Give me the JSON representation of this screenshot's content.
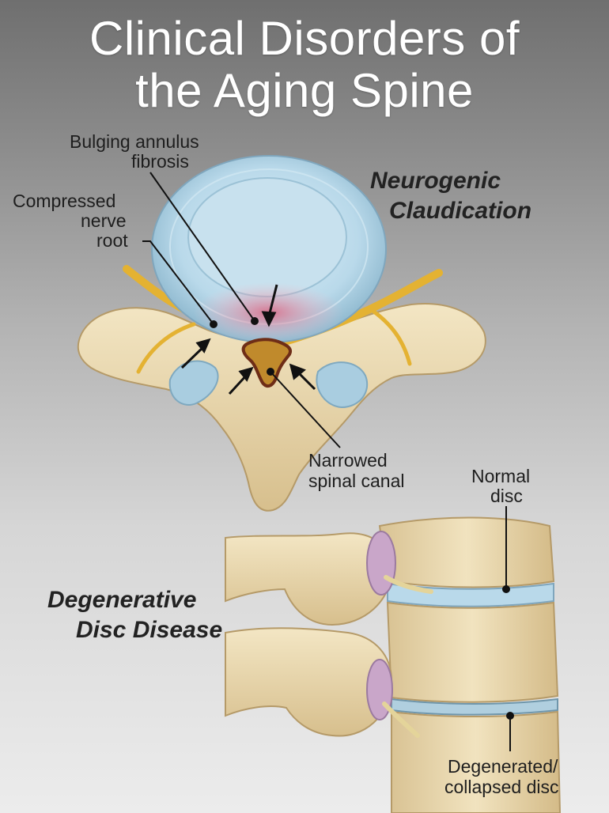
{
  "title": {
    "line1": "Clinical Disorders of",
    "line2": "the Aging Spine"
  },
  "sections": {
    "neurogenic": {
      "line1": "Neurogenic",
      "line2": "Claudication"
    },
    "degenerative": {
      "line1": "Degenerative",
      "line2": "Disc Disease"
    }
  },
  "labels": {
    "bulging": {
      "line1": "Bulging annulus",
      "line2": "fibrosis"
    },
    "compressed": {
      "line1": "Compressed",
      "line2": "nerve",
      "line3": "root"
    },
    "narrowed": {
      "line1": "Narrowed",
      "line2": "spinal canal"
    },
    "normal": {
      "line1": "Normal",
      "line2": "disc"
    },
    "degenerated": {
      "line1": "Degenerated/",
      "line2": "collapsed disc"
    }
  },
  "colors": {
    "bone": "#e8d6ae",
    "bone_shadow": "#c9b17f",
    "disc": "#b9d9ea",
    "nerve": "#e4b232",
    "inflammation": "#e6a2b2",
    "canal": "#7a3a1c"
  }
}
